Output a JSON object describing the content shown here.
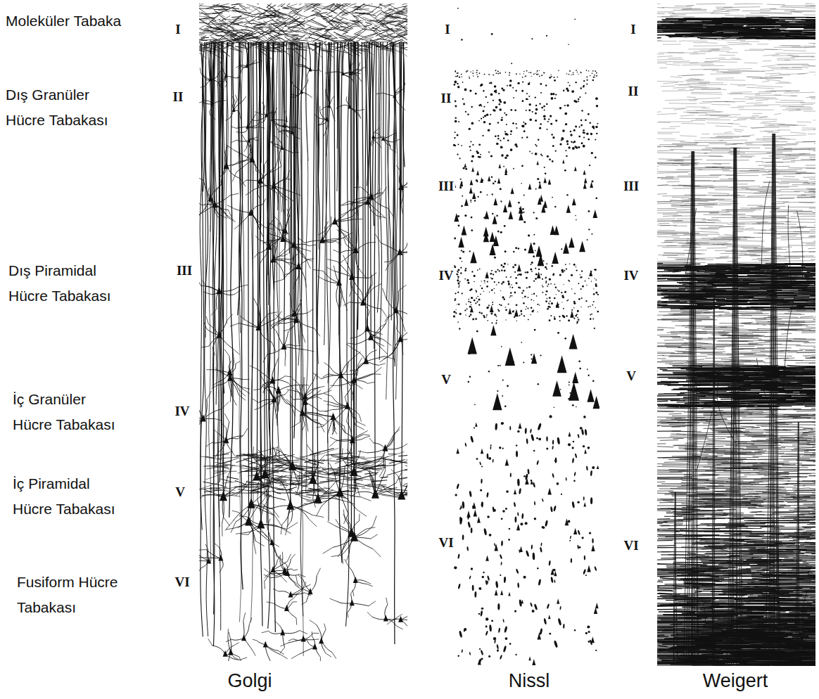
{
  "diagram": {
    "labels": [
      "Moleküler Tabaka",
      "Dış Granüler Hücre Tabakası",
      "Dış Piramidal Hücre Tabakası",
      "İç Granüler Hücre Tabakası",
      "İç Piramidal Hücre Tabakası",
      "Fusiform Hücre Tabakası",
      "I",
      "II",
      "III",
      "IV",
      "V",
      "VI",
      "I",
      "II",
      "III",
      "IV",
      "V",
      "VI",
      "I",
      "II",
      "III",
      "IV",
      "V",
      "VI",
      "Golgi",
      "Nissl",
      "Weigert"
    ]
  }
}
